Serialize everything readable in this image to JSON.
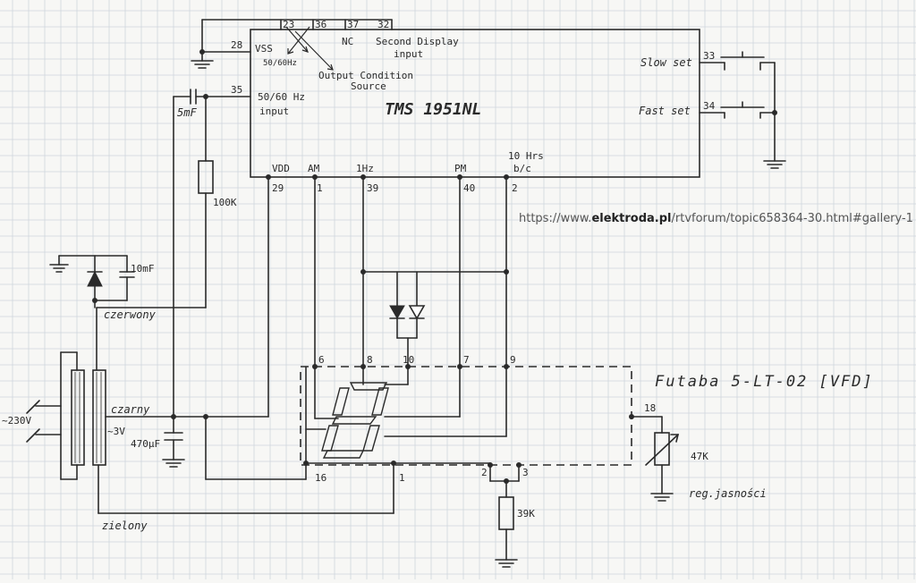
{
  "chip": {
    "name": "TMS 1951NL",
    "pins": {
      "p23": "23",
      "p36": "36",
      "p37": "37",
      "p32": "32",
      "p28": "28",
      "p35": "35",
      "p33": "33",
      "p34": "34",
      "p29": "29",
      "p1": "1",
      "p39": "39",
      "p40": "40",
      "p2": "2"
    },
    "labels": {
      "vss": "VSS",
      "hz5060_small": "50/60Hz",
      "nc": "NC",
      "second_display_1": "Second Display",
      "second_display_2": "input",
      "output_condition_1": "Output Condition",
      "output_condition_2": "Source",
      "hz_input_1": "50/60 Hz",
      "hz_input_2": "input",
      "slow_set": "Slow set",
      "fast_set": "Fast set",
      "vdd": "VDD",
      "am": "AM",
      "one_hz": "1Hz",
      "pm": "PM",
      "ten_hrs_1": "10 Hrs",
      "ten_hrs_2": "b/c"
    }
  },
  "components": {
    "cap_5mf": "5mF",
    "res_100k": "100K",
    "cap_10mf": "10mF",
    "wire_red": "czerwony",
    "wire_black": "czarny",
    "wire_green": "zielony",
    "mains": "~230V",
    "secondary": "~3V",
    "cap_470uf": "470µF",
    "res_39k": "39K",
    "pot_47k": "47K",
    "brightness": "reg.jasności"
  },
  "display": {
    "title": "Futaba 5-LT-02 [VFD]",
    "pins": {
      "d6": "6",
      "d8": "8",
      "d10": "10",
      "d7": "7",
      "d9": "9",
      "d16": "16",
      "d1": "1",
      "d2": "2",
      "d3": "3",
      "d18": "18"
    }
  },
  "url": {
    "prefix": "https://www.",
    "domain": "elektroda.pl",
    "suffix": "/rtvforum/topic658364-30.html#gallery-1"
  }
}
